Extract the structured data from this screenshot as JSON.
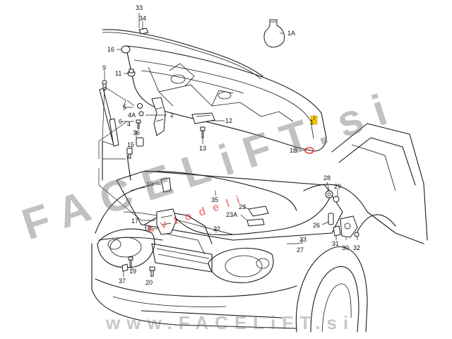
{
  "callouts": {
    "c1": "1",
    "c1a": "1A",
    "c1b": "1B",
    "c2": "2",
    "c4": "4",
    "c4a": "4A",
    "c5": "5",
    "c6": "6",
    "c9": "9",
    "c10": "10",
    "c11": "11",
    "c12": "12",
    "c13": "13",
    "c15": "15",
    "c16": "16",
    "c17": "17",
    "c18": "18",
    "c19": "19",
    "c20": "20",
    "c22": "22",
    "c23": "23",
    "c23a": "23A",
    "c23b": "23",
    "c26": "26",
    "c27": "27",
    "c28": "28",
    "c29": "29",
    "c30": "30",
    "c31": "31",
    "c32": "32",
    "c33": "33",
    "c34": "34",
    "c35": "35",
    "c36": "36",
    "c37": "37"
  },
  "watermark": {
    "brand": "FACELiFT.si",
    "sub": "avtodeli",
    "footer": "www.FACELiFT.si"
  },
  "colors": {
    "line": "#1a1a1a",
    "highlight": "#f5c400",
    "watermark_gray": "#6e6e6e",
    "watermark_red": "#e0312f"
  }
}
